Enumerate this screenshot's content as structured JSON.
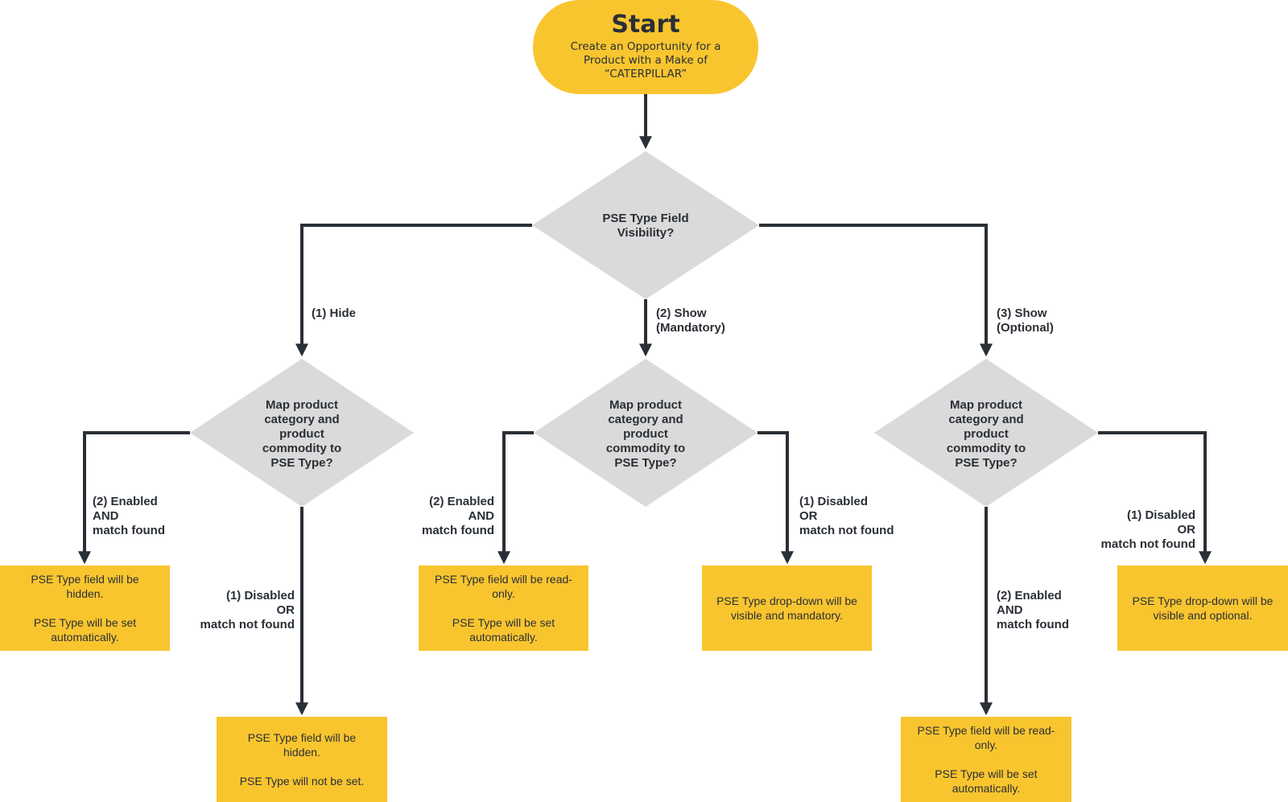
{
  "start": {
    "title": "Start",
    "subtitle": "Create an Opportunity for a\nProduct with a Make of\n“CATERPILLAR”"
  },
  "decisions": {
    "visibility": "PSE Type Field\nVisibility?",
    "map_left": "Map product\ncategory and\nproduct\ncommodity to\nPSE Type?",
    "map_center": "Map product\ncategory and\nproduct\ncommodity to\nPSE Type?",
    "map_right": "Map product\ncategory and\nproduct\ncommodity to\nPSE Type?"
  },
  "edges": {
    "hide": "(1) Hide",
    "show_mandatory": "(2) Show\n(Mandatory)",
    "show_optional": "(3) Show\n(Optional)",
    "left_enabled": "(2) Enabled\nAND\nmatch found",
    "left_disabled": "(1) Disabled\nOR\nmatch not found",
    "center_enabled": "(2) Enabled\nAND\nmatch found",
    "center_disabled": "(1) Disabled\nOR\nmatch not found",
    "right_enabled": "(2) Enabled\nAND\nmatch found",
    "right_disabled": "(1) Disabled\nOR\nmatch not found"
  },
  "outcomes": {
    "hidden_set": "PSE Type field will be\nhidden.\n\nPSE Type will be set\nautomatically.",
    "hidden_not_set": "PSE Type field will be\nhidden.\n\nPSE Type will not be set.",
    "readonly_center": "PSE Type field will be read-\nonly.\n\nPSE Type will be set\nautomatically.",
    "visible_mandatory": "PSE Type drop-down will be\nvisible and mandatory.",
    "readonly_right": "PSE Type field will be read-\nonly.\n\nPSE Type will be set\nautomatically.",
    "visible_optional": "PSE Type drop-down will be\nvisible and optional."
  },
  "colors": {
    "accent": "#f9c52f",
    "decision": "#dadada",
    "line": "#2a2f36"
  }
}
